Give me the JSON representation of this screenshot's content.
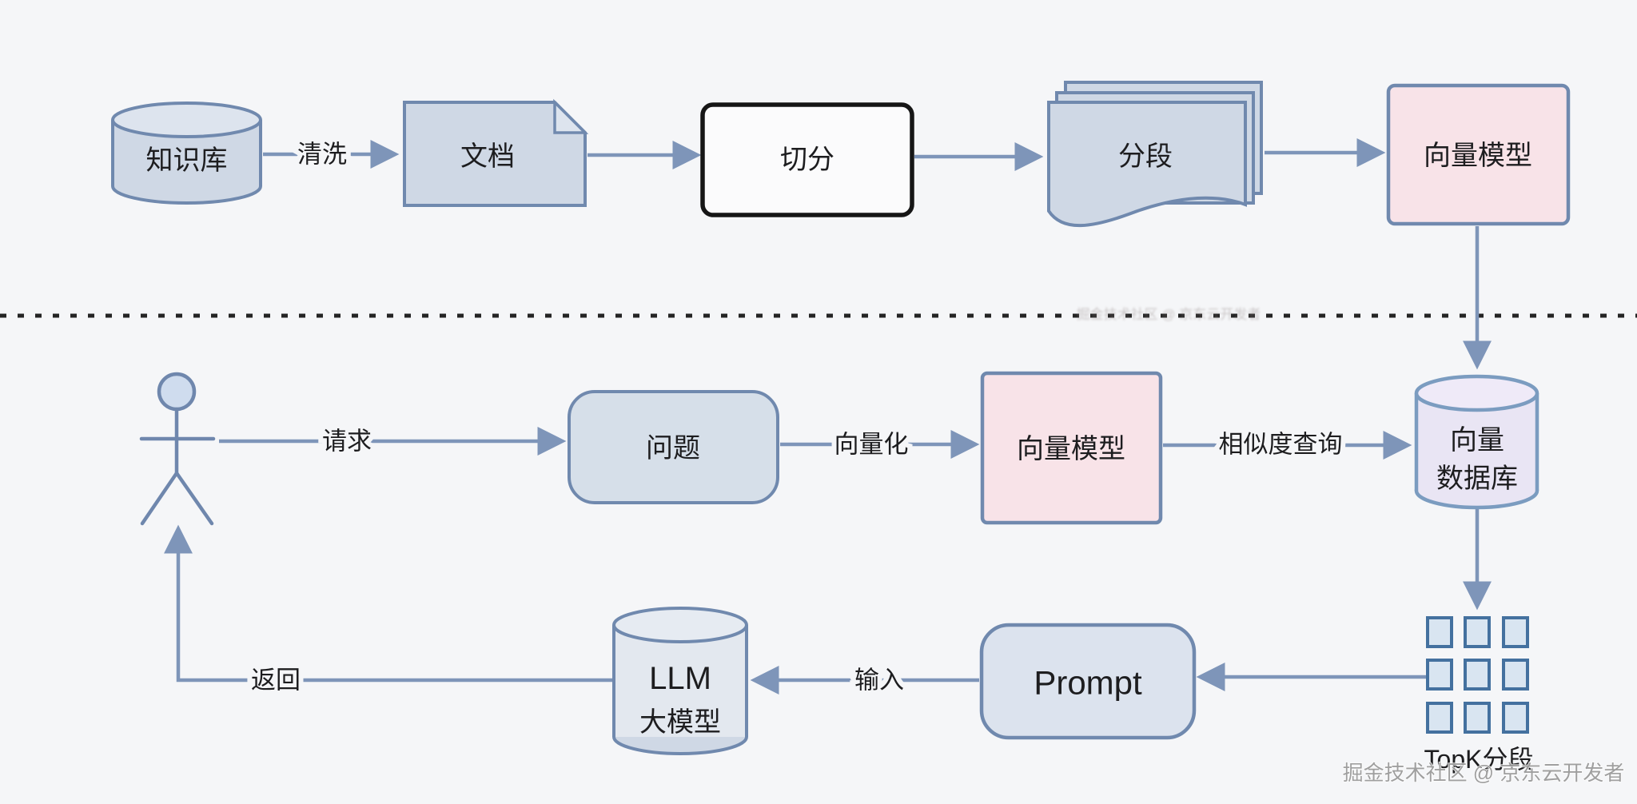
{
  "page": {
    "background_color": "#f5f6f8",
    "divider_style": "dashed-black-horizontal"
  },
  "colors": {
    "node_stroke_blue": "#7089ae",
    "arrow_blue": "#7e95b9",
    "node_fill_blue": "#cfd8e5",
    "node_fill_pink": "#f8e3e8",
    "node_fill_lavender": "#e9e5f4",
    "split_box_stroke": "#161616",
    "topk_square_stroke": "#44719f",
    "topk_square_fill": "#d9e5f1",
    "text_color": "#1d1d1f",
    "watermark_color": "#9b9b9b"
  },
  "build_flow": {
    "knowledge_base_label": "知识库",
    "clean_label": "清洗",
    "document_label": "文档",
    "split_label": "切分",
    "segments_label": "分段",
    "embedding_model_label": "向量模型"
  },
  "query_flow": {
    "request_label": "请求",
    "question_label": "问题",
    "vectorize_label": "向量化",
    "embedding_model_label": "向量模型",
    "similarity_query_label": "相似度查询",
    "vector_db_label_line1": "向量",
    "vector_db_label_line2": "数据库",
    "topk_label": "TopK分段",
    "prompt_label": "Prompt",
    "input_label": "输入",
    "llm_label_line1": "LLM",
    "llm_label_line2": "大模型",
    "return_label": "返回"
  },
  "watermark_text": "掘金技术社区 @ 京东云开发者"
}
